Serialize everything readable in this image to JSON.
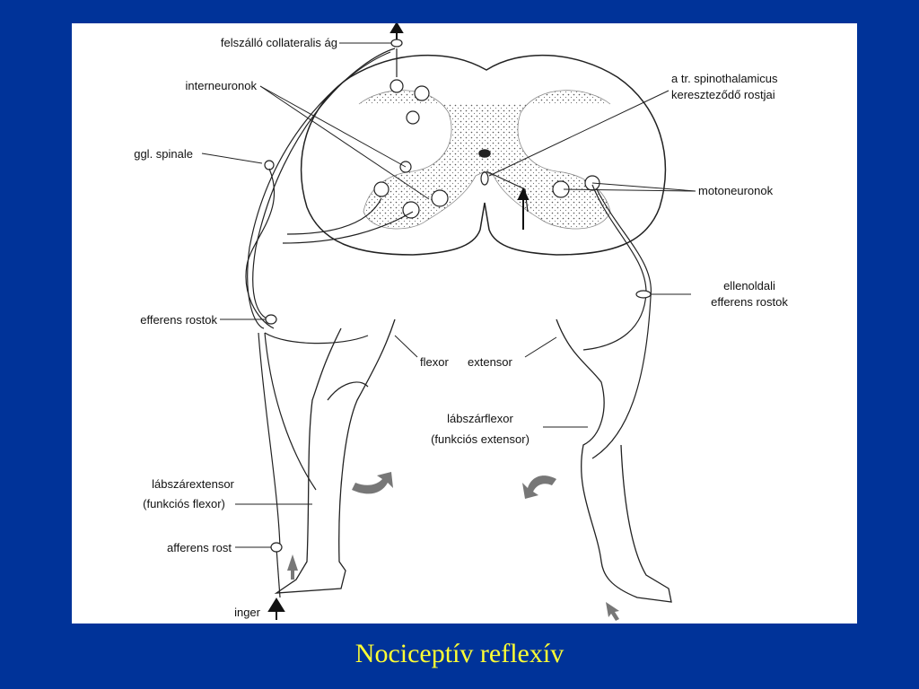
{
  "labels": {
    "felszallo": "felszálló  collateralis ág",
    "interneuronok": "interneuronok",
    "ggl_spinale": "ggl. spinale",
    "tr_line1": "a tr. spinothalamicus",
    "tr_line2": "kereszteződő rostjai",
    "motoneuronok": "motoneuronok",
    "ellenoldali_line1": "ellenoldali",
    "ellenoldali_line2": "efferens rostok",
    "efferens_rostok": "efferens rostok",
    "flexor": "flexor",
    "extensor": "extensor",
    "labszarflexor_line1": "lábszárflexor",
    "labszarflexor_line2": "(funkciós extensor)",
    "labszarextensor_line1": "lábszárextensor",
    "labszarextensor_line2": "(funkciós flexor)",
    "afferens_rost": "afferens rost",
    "inger": "inger"
  },
  "caption": "Nociceptív reflexív",
  "colors": {
    "background": "#003399",
    "panel": "#ffffff",
    "caption": "#ffff33",
    "arrows": "#777777"
  }
}
